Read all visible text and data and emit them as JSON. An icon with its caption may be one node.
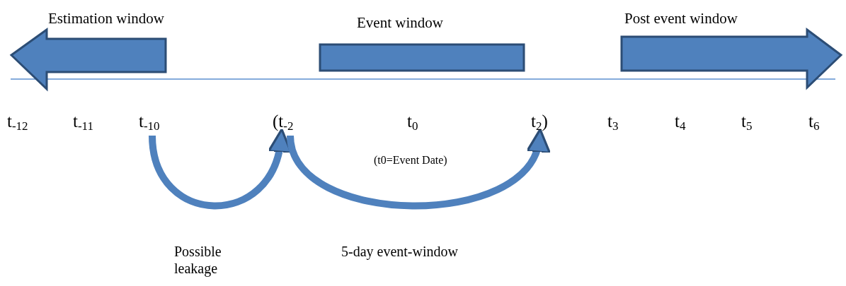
{
  "diagram": {
    "nodes": [
      {
        "text": [
          "Estimation window"
        ]
      },
      {
        "text": [
          "Event window"
        ]
      },
      {
        "text": [
          "Post event window"
        ]
      },
      {
        "text": [
          "t$_{-10}$"
        ]
      },
      {
        "text": [
          "(t$_{-2}$"
        ]
      },
      {
        "text": [
          "t$_{2}$)"
        ]
      }
    ],
    "edges": [
      {
        "from": 3,
        "to": 4,
        "arrow": "to",
        "label": "Possible leakage"
      },
      {
        "from": 4,
        "to": 5,
        "arrow": "to",
        "label": "5-day event-window"
      }
    ],
    "labels": [
      "t$_{-12}$",
      "t$_{-11}$",
      "t$_{0}$",
      "t$_{3}$",
      "t$_{4}$",
      "t$_{5}$",
      "t$_{6}$",
      "(t0=Event Date)"
    ]
  }
}
